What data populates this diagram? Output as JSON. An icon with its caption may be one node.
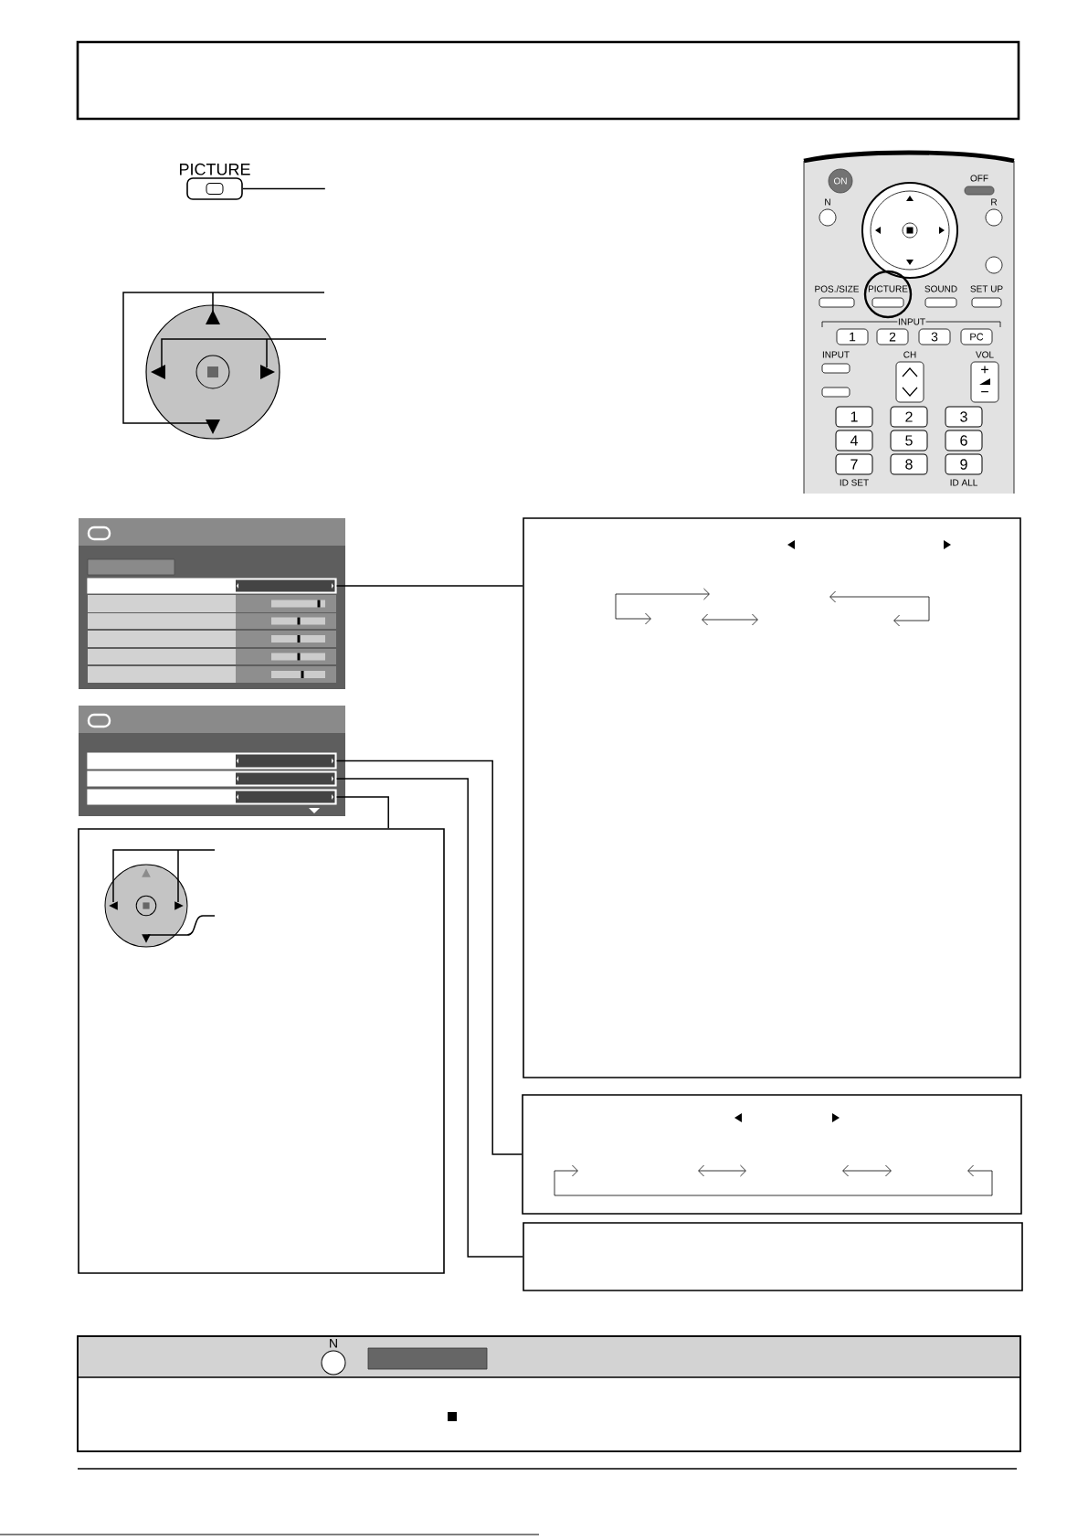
{
  "diagram": {
    "nodes": [
      {
        "text": [],
        "shape": "box"
      },
      {
        "text": [
          "PICTURE"
        ]
      },
      {
        "text": [],
        "shape": "circle"
      },
      {
        "text": [],
        "shape": "box"
      },
      {
        "text": [],
        "shape": "bar",
        "in": 3
      },
      {
        "text": [],
        "shape": "box"
      },
      {
        "text": [],
        "shape": "box"
      },
      {
        "text": [],
        "shape": "bar",
        "in": 6
      },
      {
        "text": [],
        "shape": "bar",
        "in": 6
      },
      {
        "text": [],
        "shape": "bar",
        "in": 6
      },
      {
        "text": [],
        "shape": "box"
      },
      {
        "text": [],
        "shape": "circle",
        "in": 10
      },
      {
        "text": [],
        "shape": "box"
      },
      {
        "text": [],
        "shape": "box"
      },
      {
        "text": [],
        "shape": "box"
      },
      {
        "text": [
          "N"
        ],
        "in": 14
      }
    ],
    "edges": [
      {
        "from": 1,
        "to": null,
        "arrow": "none"
      },
      {
        "from": 2,
        "to": null,
        "arrow": "none"
      },
      {
        "from": 2,
        "to": null,
        "arrow": "none"
      },
      {
        "from": 4,
        "to": 5,
        "arrow": "none"
      },
      {
        "from": 7,
        "to": 12,
        "arrow": "none"
      },
      {
        "from": 8,
        "to": 13,
        "arrow": "none"
      },
      {
        "from": 9,
        "to": 10,
        "arrow": "none"
      },
      {
        "from": 11,
        "to": null,
        "arrow": "none"
      },
      {
        "from": 11,
        "to": null,
        "arrow": "none"
      }
    ],
    "labels": [
      "ON",
      "OFF",
      "N",
      "R",
      "POS./SIZE",
      "PICTURE",
      "SOUND",
      "SET UP",
      "INPUT",
      "1",
      "2",
      "3",
      "PC",
      "INPUT",
      "CH",
      "VOL",
      "+",
      "−",
      "1",
      "2",
      "3",
      "4",
      "5",
      "6",
      "7",
      "8",
      "9",
      "ID SET",
      "ID ALL"
    ]
  }
}
